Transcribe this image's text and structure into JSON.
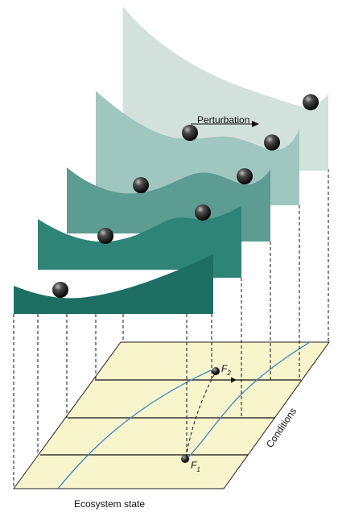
{
  "labels": {
    "perturbation": "Perturbation",
    "conditions": "Conditions",
    "ecosystem_state": "Ecosystem state",
    "f2_letter": "F",
    "f2_sub": "2",
    "f1_letter": "F",
    "f1_sub": "1"
  },
  "colors": {
    "panel_1_back": "#d3e1dd",
    "panel_2": "#9fc6bf",
    "panel_3": "#5c9c92",
    "panel_4": "#2f8478",
    "panel_5_front": "#1d6f64",
    "base_plane": "#f8f4cc",
    "curve": "#3a86c8",
    "ball": "#1a1a1a"
  }
}
